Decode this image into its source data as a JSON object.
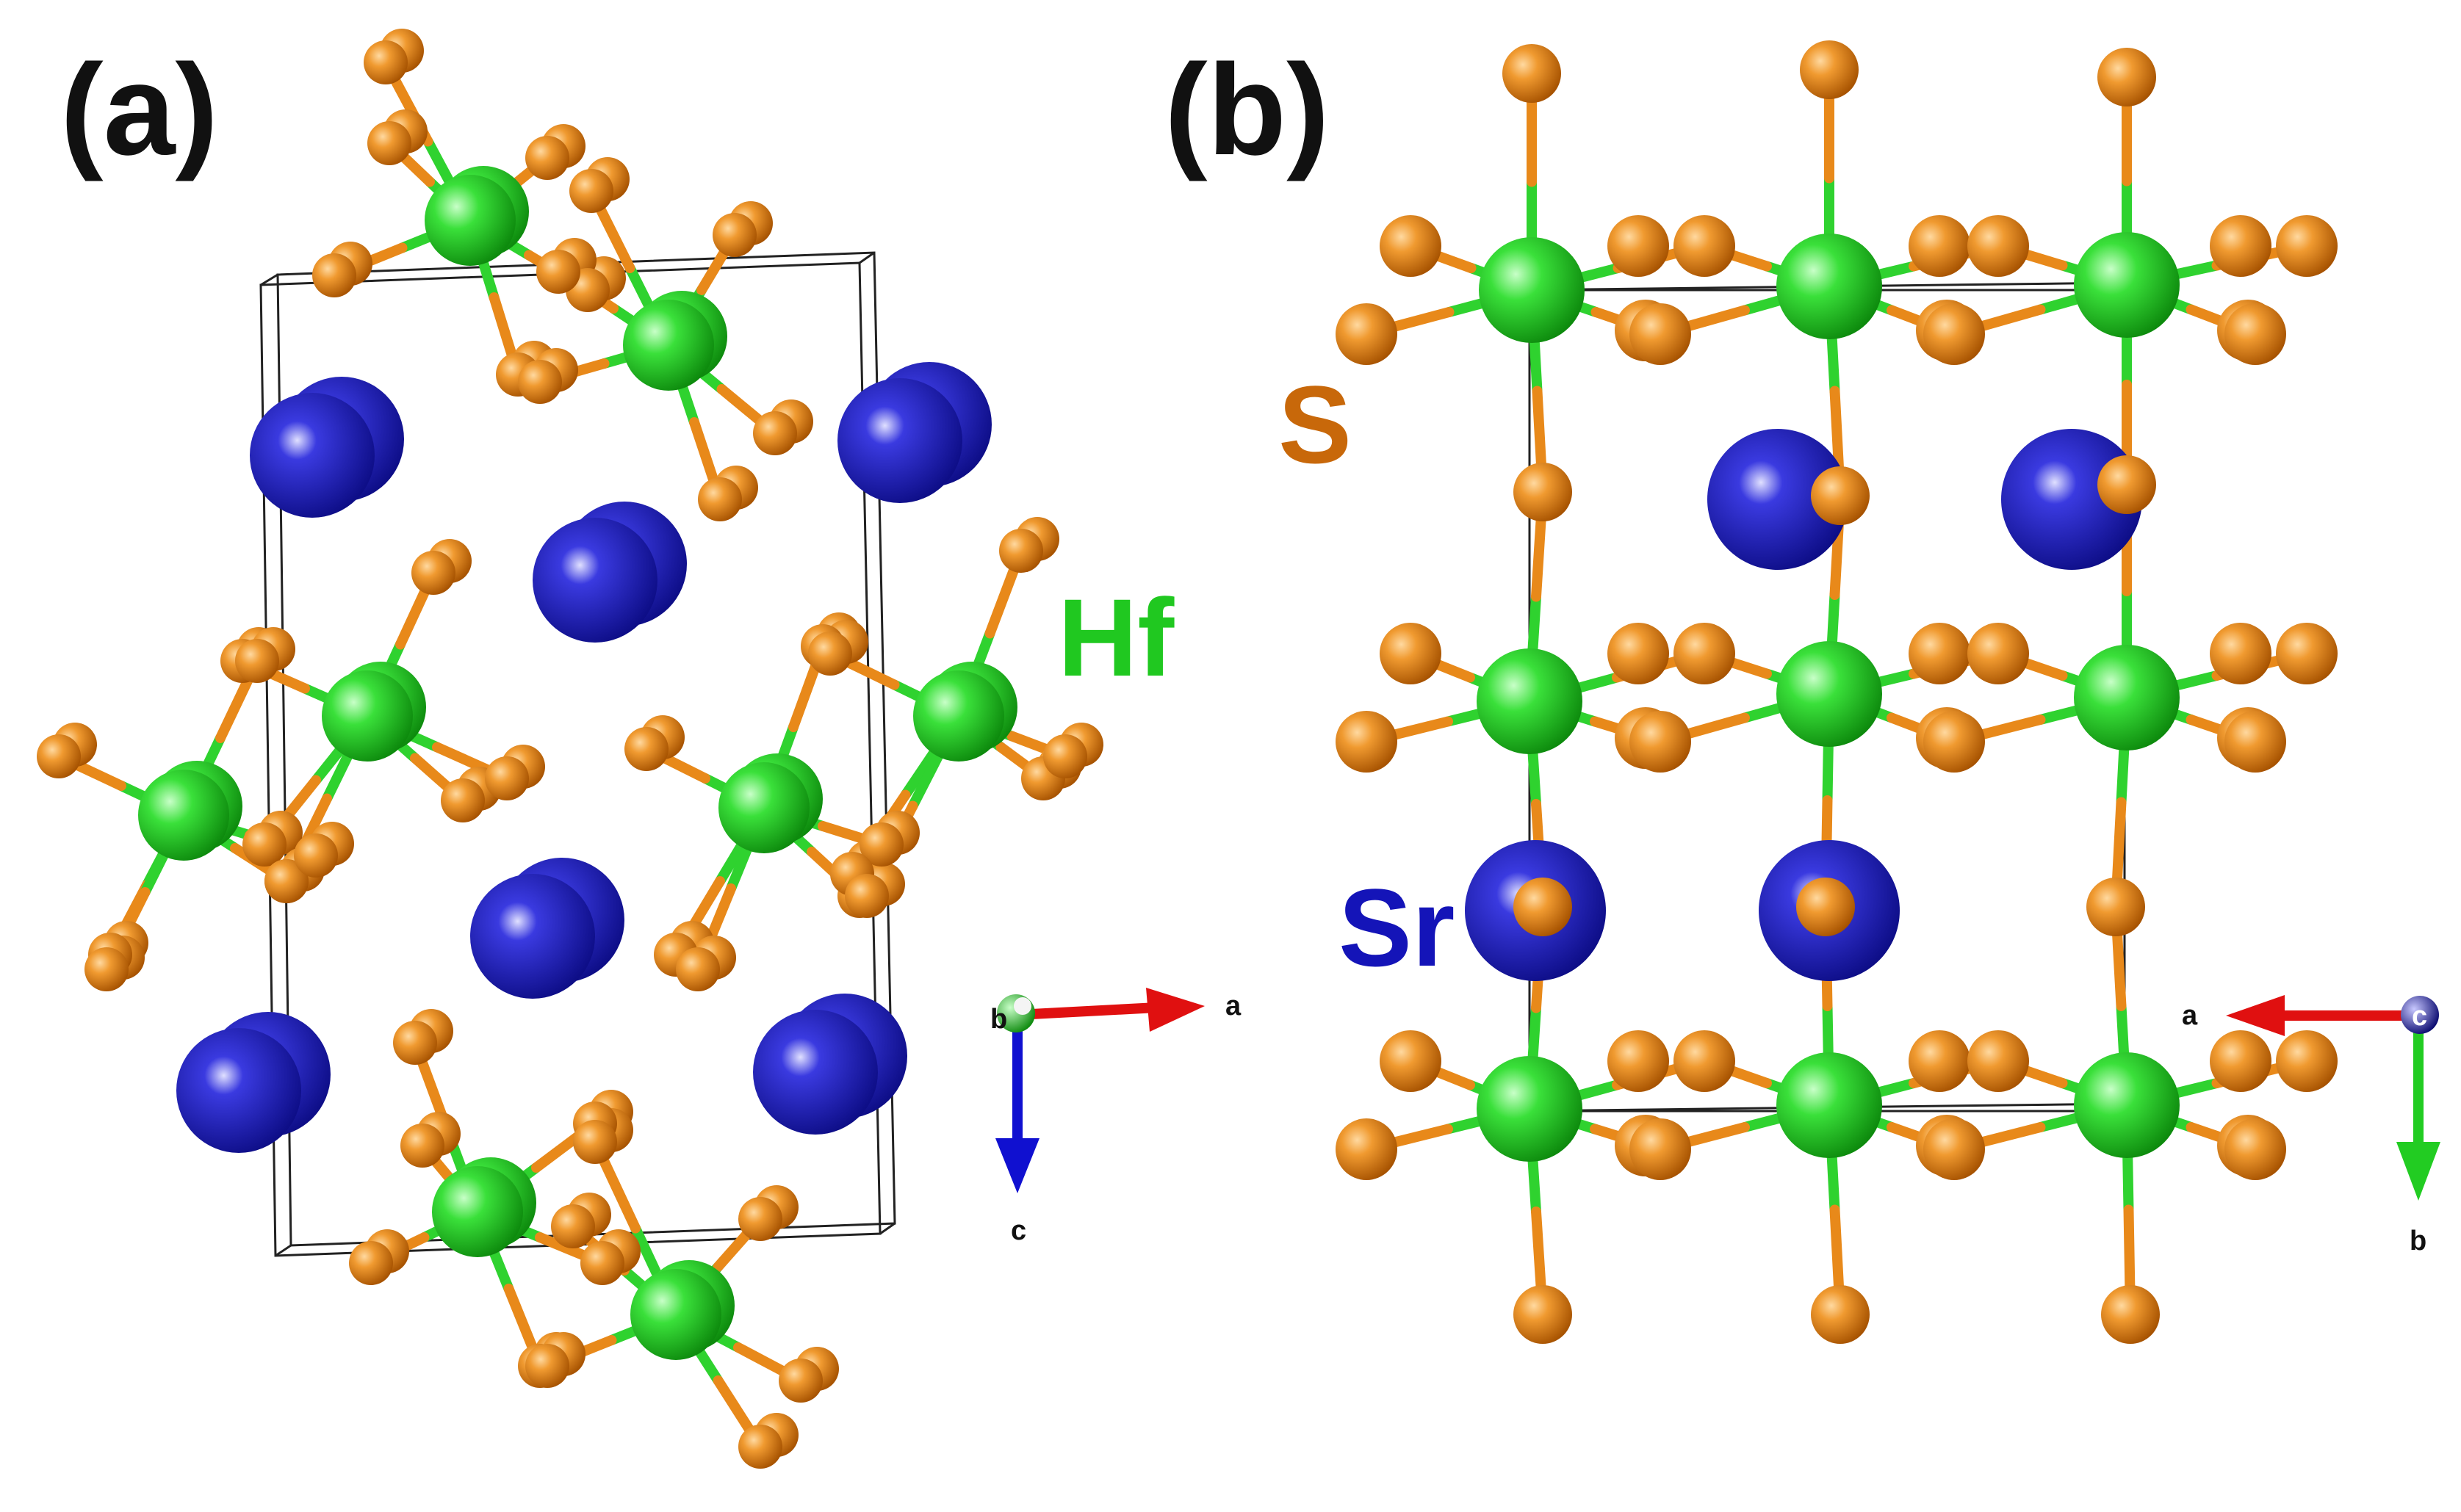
{
  "panels": [
    {
      "label": "(a)"
    },
    {
      "label": "(b)"
    }
  ],
  "elements": [
    {
      "symbol": "S",
      "color": "#c8680a"
    },
    {
      "symbol": "Hf",
      "color": "#20c820"
    },
    {
      "symbol": "Sr",
      "color": "#1414b8"
    }
  ],
  "axes_a": {
    "horizontal": "a",
    "vertical": "c",
    "view": "b"
  },
  "axes_b": {
    "horizontal": "a",
    "vertical": "b",
    "view": "c"
  },
  "colors": {
    "sulfur": "#e8891a",
    "hafnium": "#2fd22f",
    "strontium": "#1a1ac8",
    "axis_a": "#e01010",
    "axis_b": "#22cc22",
    "axis_c": "#1010d0"
  }
}
